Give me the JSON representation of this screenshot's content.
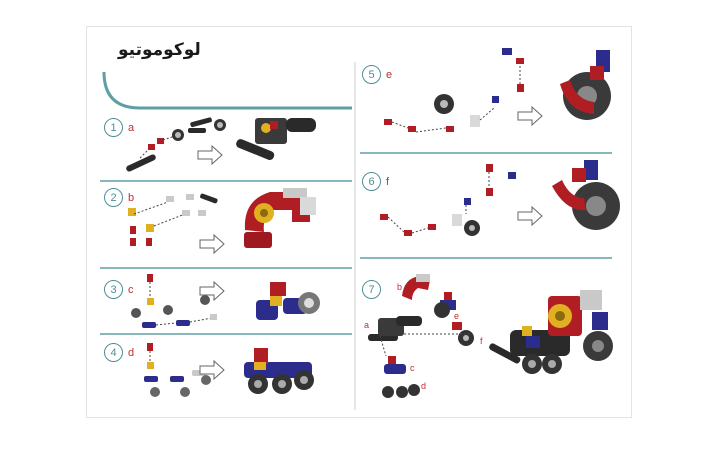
{
  "title": "لوكوموتيو",
  "colors": {
    "accent": "#5e9fa5",
    "step_number": "#4d8f95",
    "letter": "#c03030",
    "red": "#b01d22",
    "blue": "#2c2c8c",
    "yellow": "#e0b020",
    "grey": "#c9c9c9",
    "black": "#2a2a2a"
  },
  "steps": [
    {
      "num": "1",
      "letter": "a"
    },
    {
      "num": "2",
      "letter": "b"
    },
    {
      "num": "3",
      "letter": "c"
    },
    {
      "num": "4",
      "letter": "d"
    },
    {
      "num": "5",
      "letter": "e"
    },
    {
      "num": "6",
      "letter": "f"
    },
    {
      "num": "7",
      "letter": ""
    }
  ],
  "step7_labels": [
    "a",
    "b",
    "c",
    "d",
    "e",
    "f"
  ],
  "icons": [
    "arrow-right-icon",
    "brick-part-icon",
    "wheel-icon"
  ]
}
